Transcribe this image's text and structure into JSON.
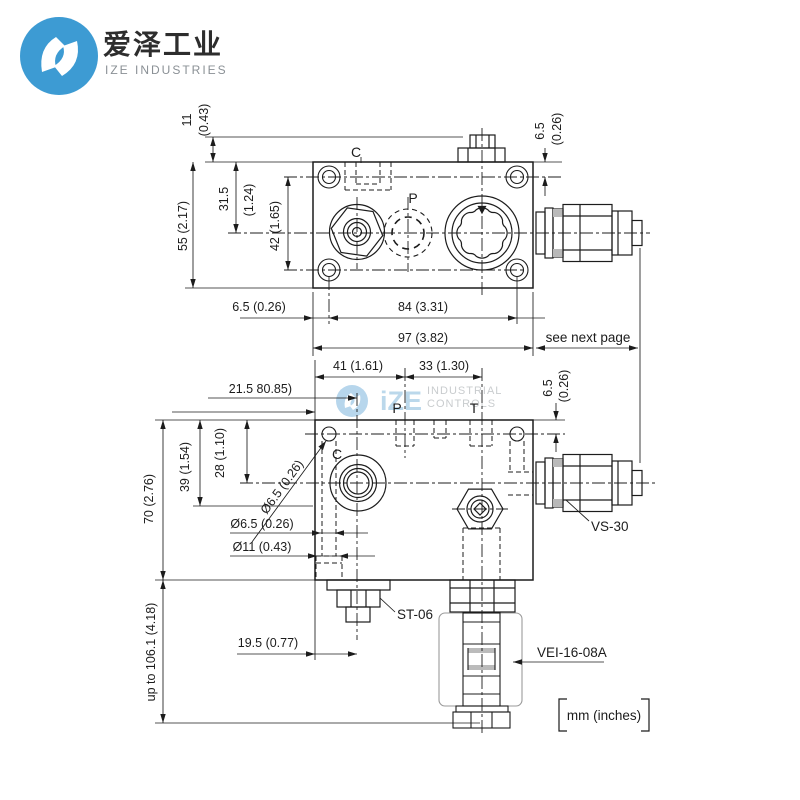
{
  "logo": {
    "brand_zh": "爱泽工业",
    "brand_en": "IZE INDUSTRIES",
    "circle_color": "#3d9bd3"
  },
  "watermark": {
    "mark": "iZE",
    "line1": "INDUSTRIAL",
    "line2": "CONTROLS"
  },
  "colors": {
    "line": "#1c1c1c",
    "logo_blue": "#3d9bd3",
    "watermark_blue": "#9cc6e2",
    "watermark_gray": "#bcc0c3"
  },
  "top_view": {
    "ports": {
      "c": "C",
      "p": "P"
    },
    "dims": {
      "d11": "11",
      "d11_in": "(0.43)",
      "d55": "55 (2.17)",
      "d31_5": "31.5",
      "d31_5_in": "(1.24)",
      "d42": "42 (1.65)",
      "d6_5_bottom": "6.5 (0.26)",
      "d84": "84 (3.31)",
      "d6_5_right": "6.5",
      "d6_5_right_in": "(0.26)",
      "d97": "97 (3.82)"
    }
  },
  "front_view": {
    "ports": {
      "p": "P",
      "t": "T",
      "c": "C"
    },
    "dims": {
      "d41": "41 (1.61)",
      "d33": "33 (1.30)",
      "d21_5": "21.5 80.85)",
      "d6_5_right": "6.5",
      "d6_5_right_in": "(0.26)",
      "d39": "39 (1.54)",
      "d28": "28 (1.10)",
      "d70": "70 (2.76)",
      "d_up_to": "up to 106.1 (4.18)",
      "dia6_5_leader": "Ø6.5 (0.26)",
      "dia6_5": "Ø6.5 (0.26)",
      "dia11": "Ø11 (0.43)",
      "d19_5": "19.5 (0.77)"
    }
  },
  "labels": {
    "see_next_page": "see next page",
    "vs30": "VS-30",
    "st06": "ST-06",
    "vei": "VEI-16-08A",
    "units": "mm (inches)"
  }
}
